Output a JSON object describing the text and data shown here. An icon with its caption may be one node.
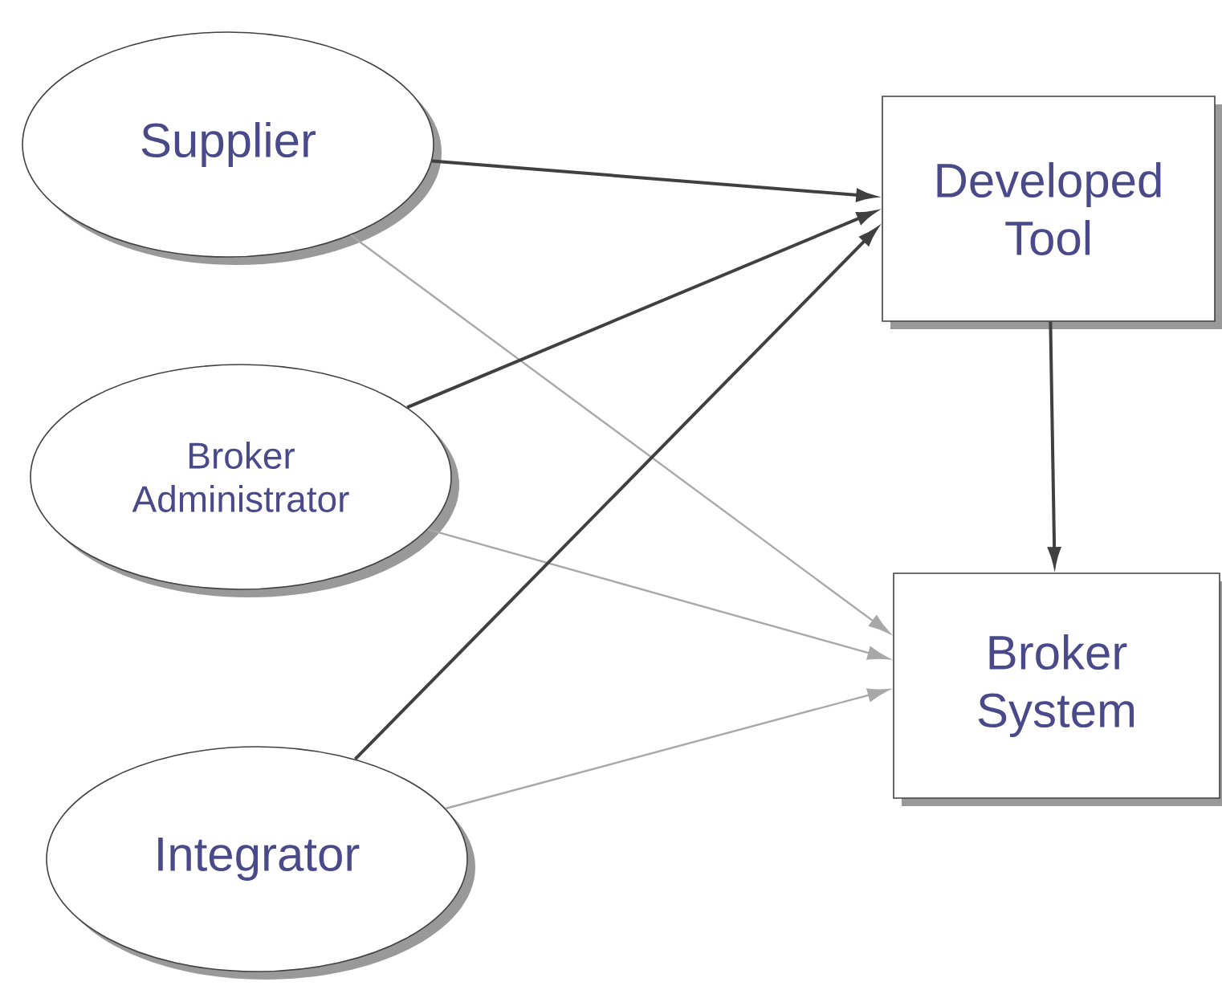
{
  "diagram": {
    "nodes": [
      {
        "text": [
          "Supplier"
        ]
      },
      {
        "text": [
          "Broker Administrator"
        ]
      },
      {
        "text": [
          "Integrator"
        ]
      },
      {
        "text": [
          "Developed Tool"
        ]
      },
      {
        "text": [
          "Broker System"
        ]
      }
    ],
    "edges": [
      {
        "from": 0,
        "to": 3,
        "arrow": "to"
      },
      {
        "from": 0,
        "to": 4,
        "arrow": "to",
        "color": "#a8a8a8"
      },
      {
        "from": 1,
        "to": 3,
        "arrow": "to"
      },
      {
        "from": 1,
        "to": 4,
        "arrow": "to",
        "color": "#a8a8a8"
      },
      {
        "from": 2,
        "to": 3,
        "arrow": "to"
      },
      {
        "from": 2,
        "to": 4,
        "arrow": "to",
        "color": "#a8a8a8"
      },
      {
        "from": 3,
        "to": 4,
        "arrow": "to"
      }
    ]
  }
}
